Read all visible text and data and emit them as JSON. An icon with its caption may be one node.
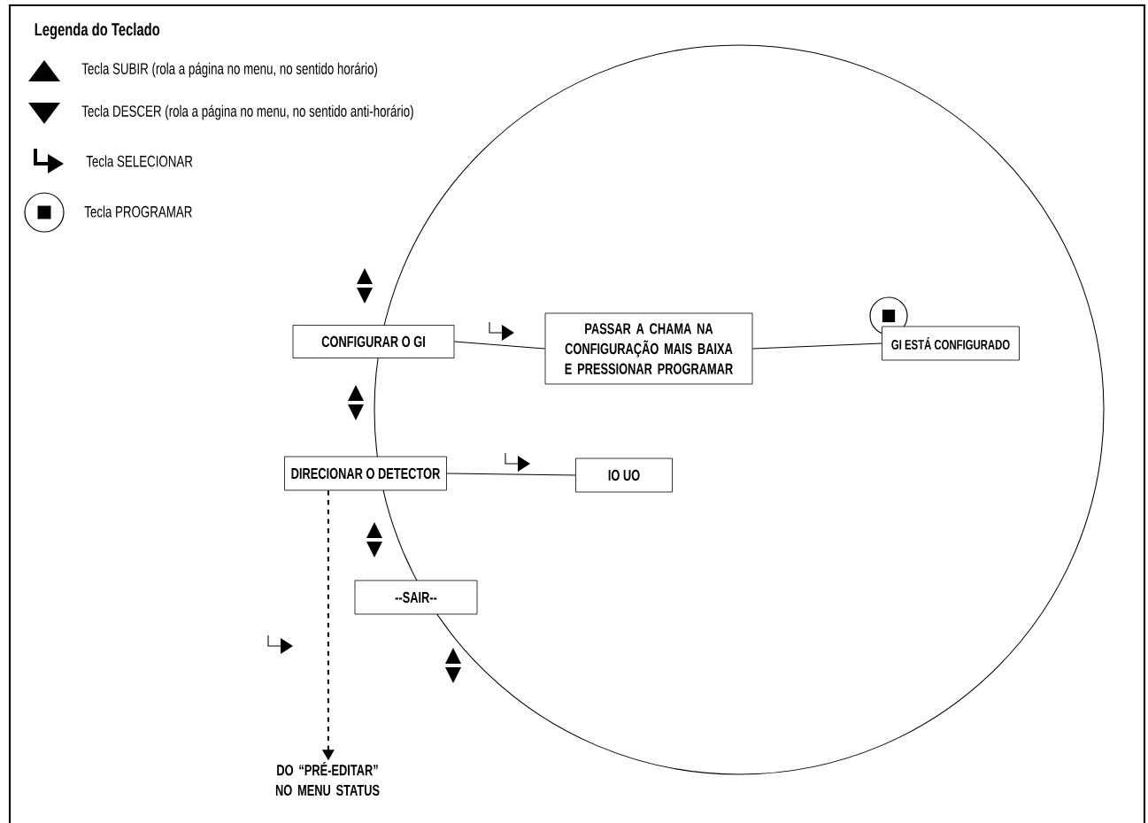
{
  "diagram": {
    "nodes": [
      {
        "text": [
          "CONFIGURAR O GI"
        ]
      },
      {
        "text": [
          "PASSAR A CHAMA NA CONFIGURAÇÃO MAIS BAIXA E PRESSIONAR PROGRAMAR"
        ]
      },
      {
        "text": [
          "GI ESTÁ CONFIGURADO"
        ]
      },
      {
        "text": [
          "DIRECIONAR O DETECTOR"
        ]
      },
      {
        "text": [
          "IO   UO"
        ]
      },
      {
        "text": [
          "--SAIR--"
        ]
      },
      {
        "text": [
          "DO “PRÉ-EDITAR” NO MENU STATUS"
        ]
      }
    ],
    "edges": [
      {
        "from": 0,
        "to": 1,
        "arrow": "none"
      },
      {
        "from": 1,
        "to": 2,
        "arrow": "none"
      },
      {
        "from": 3,
        "to": 4,
        "arrow": "none"
      },
      {
        "from": 3,
        "to": 6,
        "arrow": "to",
        "style": "dashed"
      }
    ],
    "labels": [
      "Legenda do Teclado"
    ],
    "legend": [
      {
        "text": "Tecla SUBIR (rola a página no menu, no sentido horário)"
      },
      {
        "text": "Tecla DESCER (rola a página no menu, no sentido anti-horário)"
      },
      {
        "text": "Tecla SELECIONAR"
      },
      {
        "text": "Tecla PROGRAMAR"
      }
    ]
  }
}
